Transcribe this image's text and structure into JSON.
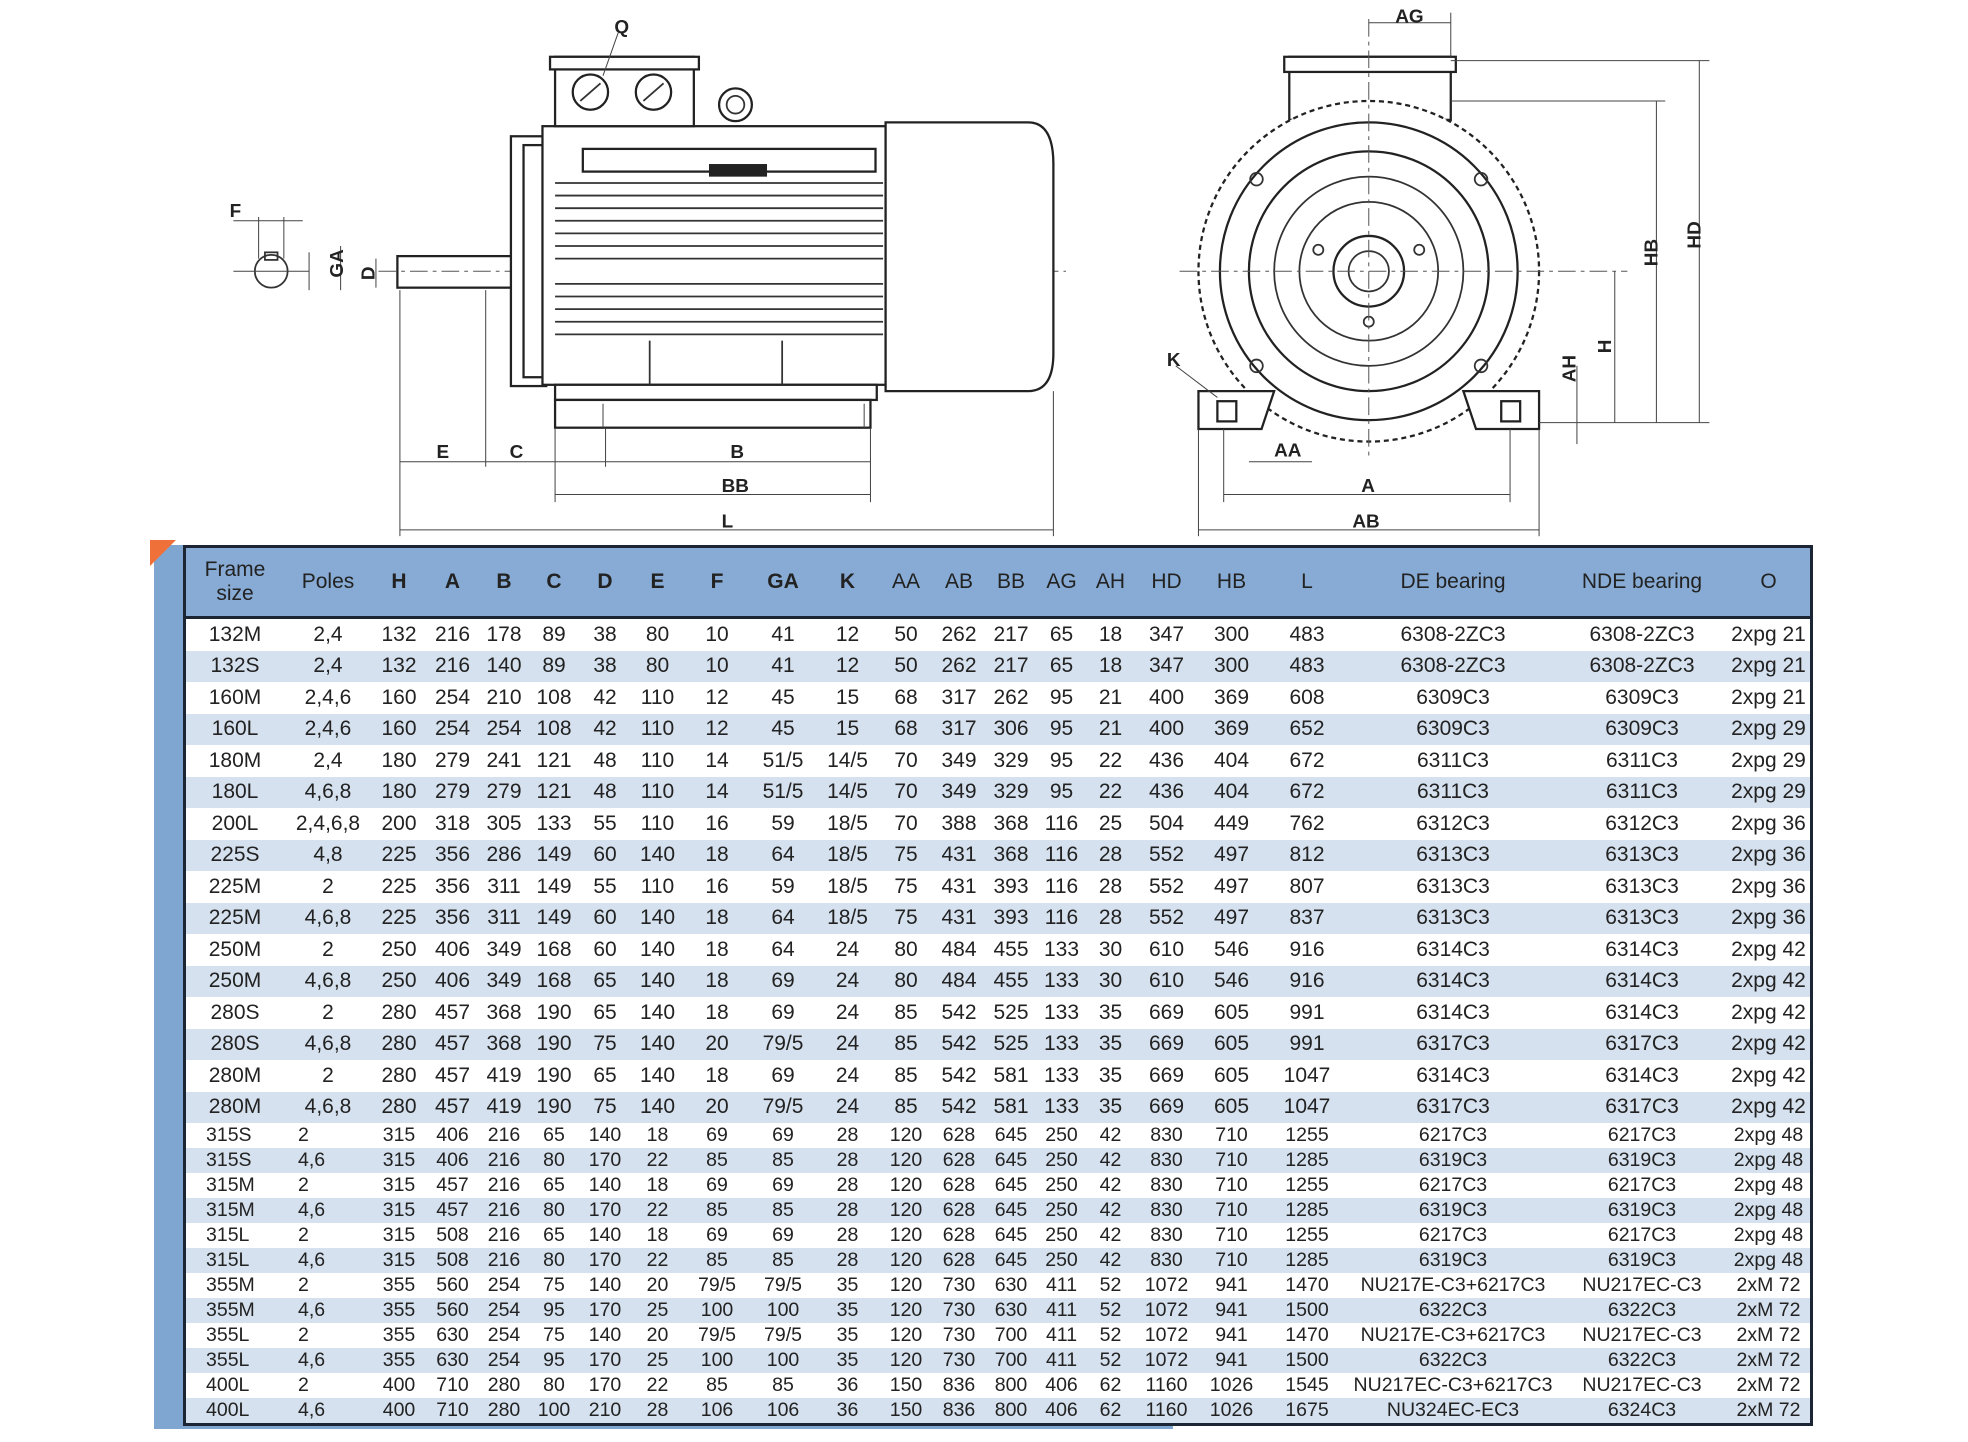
{
  "drawing": {
    "side_view_labels": {
      "Q": "Q",
      "F": "F",
      "GA": "GA",
      "D": "D",
      "E": "E",
      "C": "C",
      "B": "B",
      "BB": "BB",
      "L": "L"
    },
    "end_view_labels": {
      "AG": "AG",
      "HD": "HD",
      "HB": "HB",
      "H": "H",
      "AH": "AH",
      "K": "K",
      "AA": "AA",
      "A": "A",
      "AB": "AB"
    }
  },
  "colors": {
    "header_bg": "#87abd4",
    "row_alt": "#d5e1ee",
    "side_band": "#7fa6d1",
    "corner_accent": "#f0703a",
    "border": "#1c2533"
  },
  "table": {
    "headers": [
      "Frame size",
      "Poles",
      "H",
      "A",
      "B",
      "C",
      "D",
      "E",
      "F",
      "GA",
      "K",
      "AA",
      "AB",
      "BB",
      "AG",
      "AH",
      "HD",
      "HB",
      "L",
      "DE bearing",
      "NDE bearing",
      "O"
    ],
    "rows": [
      [
        "132M",
        "2,4",
        "132",
        "216",
        "178",
        "89",
        "38",
        "80",
        "10",
        "41",
        "12",
        "50",
        "262",
        "217",
        "65",
        "18",
        "347",
        "300",
        "483",
        "6308-2ZC3",
        "6308-2ZC3",
        "2xpg 21"
      ],
      [
        "132S",
        "2,4",
        "132",
        "216",
        "140",
        "89",
        "38",
        "80",
        "10",
        "41",
        "12",
        "50",
        "262",
        "217",
        "65",
        "18",
        "347",
        "300",
        "483",
        "6308-2ZC3",
        "6308-2ZC3",
        "2xpg 21"
      ],
      [
        "160M",
        "2,4,6",
        "160",
        "254",
        "210",
        "108",
        "42",
        "110",
        "12",
        "45",
        "15",
        "68",
        "317",
        "262",
        "95",
        "21",
        "400",
        "369",
        "608",
        "6309C3",
        "6309C3",
        "2xpg 21"
      ],
      [
        "160L",
        "2,4,6",
        "160",
        "254",
        "254",
        "108",
        "42",
        "110",
        "12",
        "45",
        "15",
        "68",
        "317",
        "306",
        "95",
        "21",
        "400",
        "369",
        "652",
        "6309C3",
        "6309C3",
        "2xpg 29"
      ],
      [
        "180M",
        "2,4",
        "180",
        "279",
        "241",
        "121",
        "48",
        "110",
        "14",
        "51/5",
        "14/5",
        "70",
        "349",
        "329",
        "95",
        "22",
        "436",
        "404",
        "672",
        "6311C3",
        "6311C3",
        "2xpg 29"
      ],
      [
        "180L",
        "4,6,8",
        "180",
        "279",
        "279",
        "121",
        "48",
        "110",
        "14",
        "51/5",
        "14/5",
        "70",
        "349",
        "329",
        "95",
        "22",
        "436",
        "404",
        "672",
        "6311C3",
        "6311C3",
        "2xpg 29"
      ],
      [
        "200L",
        "2,4,6,8",
        "200",
        "318",
        "305",
        "133",
        "55",
        "110",
        "16",
        "59",
        "18/5",
        "70",
        "388",
        "368",
        "116",
        "25",
        "504",
        "449",
        "762",
        "6312C3",
        "6312C3",
        "2xpg 36"
      ],
      [
        "225S",
        "4,8",
        "225",
        "356",
        "286",
        "149",
        "60",
        "140",
        "18",
        "64",
        "18/5",
        "75",
        "431",
        "368",
        "116",
        "28",
        "552",
        "497",
        "812",
        "6313C3",
        "6313C3",
        "2xpg 36"
      ],
      [
        "225M",
        "2",
        "225",
        "356",
        "311",
        "149",
        "55",
        "110",
        "16",
        "59",
        "18/5",
        "75",
        "431",
        "393",
        "116",
        "28",
        "552",
        "497",
        "807",
        "6313C3",
        "6313C3",
        "2xpg 36"
      ],
      [
        "225M",
        "4,6,8",
        "225",
        "356",
        "311",
        "149",
        "60",
        "140",
        "18",
        "64",
        "18/5",
        "75",
        "431",
        "393",
        "116",
        "28",
        "552",
        "497",
        "837",
        "6313C3",
        "6313C3",
        "2xpg 36"
      ],
      [
        "250M",
        "2",
        "250",
        "406",
        "349",
        "168",
        "60",
        "140",
        "18",
        "64",
        "24",
        "80",
        "484",
        "455",
        "133",
        "30",
        "610",
        "546",
        "916",
        "6314C3",
        "6314C3",
        "2xpg 42"
      ],
      [
        "250M",
        "4,6,8",
        "250",
        "406",
        "349",
        "168",
        "65",
        "140",
        "18",
        "69",
        "24",
        "80",
        "484",
        "455",
        "133",
        "30",
        "610",
        "546",
        "916",
        "6314C3",
        "6314C3",
        "2xpg 42"
      ],
      [
        "280S",
        "2",
        "280",
        "457",
        "368",
        "190",
        "65",
        "140",
        "18",
        "69",
        "24",
        "85",
        "542",
        "525",
        "133",
        "35",
        "669",
        "605",
        "991",
        "6314C3",
        "6314C3",
        "2xpg 42"
      ],
      [
        "280S",
        "4,6,8",
        "280",
        "457",
        "368",
        "190",
        "75",
        "140",
        "20",
        "79/5",
        "24",
        "85",
        "542",
        "525",
        "133",
        "35",
        "669",
        "605",
        "991",
        "6317C3",
        "6317C3",
        "2xpg 42"
      ],
      [
        "280M",
        "2",
        "280",
        "457",
        "419",
        "190",
        "65",
        "140",
        "18",
        "69",
        "24",
        "85",
        "542",
        "581",
        "133",
        "35",
        "669",
        "605",
        "1047",
        "6314C3",
        "6314C3",
        "2xpg 42"
      ],
      [
        "280M",
        "4,6,8",
        "280",
        "457",
        "419",
        "190",
        "75",
        "140",
        "20",
        "79/5",
        "24",
        "85",
        "542",
        "581",
        "133",
        "35",
        "669",
        "605",
        "1047",
        "6317C3",
        "6317C3",
        "2xpg 42"
      ],
      [
        "315S",
        "2",
        "315",
        "406",
        "216",
        "65",
        "140",
        "18",
        "69",
        "69",
        "28",
        "120",
        "628",
        "645",
        "250",
        "42",
        "830",
        "710",
        "1255",
        "6217C3",
        "6217C3",
        "2xpg 48"
      ],
      [
        "315S",
        "4,6",
        "315",
        "406",
        "216",
        "80",
        "170",
        "22",
        "85",
        "85",
        "28",
        "120",
        "628",
        "645",
        "250",
        "42",
        "830",
        "710",
        "1285",
        "6319C3",
        "6319C3",
        "2xpg 48"
      ],
      [
        "315M",
        "2",
        "315",
        "457",
        "216",
        "65",
        "140",
        "18",
        "69",
        "69",
        "28",
        "120",
        "628",
        "645",
        "250",
        "42",
        "830",
        "710",
        "1255",
        "6217C3",
        "6217C3",
        "2xpg 48"
      ],
      [
        "315M",
        "4,6",
        "315",
        "457",
        "216",
        "80",
        "170",
        "22",
        "85",
        "85",
        "28",
        "120",
        "628",
        "645",
        "250",
        "42",
        "830",
        "710",
        "1285",
        "6319C3",
        "6319C3",
        "2xpg 48"
      ],
      [
        "315L",
        "2",
        "315",
        "508",
        "216",
        "65",
        "140",
        "18",
        "69",
        "69",
        "28",
        "120",
        "628",
        "645",
        "250",
        "42",
        "830",
        "710",
        "1255",
        "6217C3",
        "6217C3",
        "2xpg 48"
      ],
      [
        "315L",
        "4,6",
        "315",
        "508",
        "216",
        "80",
        "170",
        "22",
        "85",
        "85",
        "28",
        "120",
        "628",
        "645",
        "250",
        "42",
        "830",
        "710",
        "1285",
        "6319C3",
        "6319C3",
        "2xpg 48"
      ],
      [
        "355M",
        "2",
        "355",
        "560",
        "254",
        "75",
        "140",
        "20",
        "79/5",
        "79/5",
        "35",
        "120",
        "730",
        "630",
        "411",
        "52",
        "1072",
        "941",
        "1470",
        "NU217E-C3+6217C3",
        "NU217EC-C3",
        "2xM 72"
      ],
      [
        "355M",
        "4,6",
        "355",
        "560",
        "254",
        "95",
        "170",
        "25",
        "100",
        "100",
        "35",
        "120",
        "730",
        "630",
        "411",
        "52",
        "1072",
        "941",
        "1500",
        "6322C3",
        "6322C3",
        "2xM 72"
      ],
      [
        "355L",
        "2",
        "355",
        "630",
        "254",
        "75",
        "140",
        "20",
        "79/5",
        "79/5",
        "35",
        "120",
        "730",
        "700",
        "411",
        "52",
        "1072",
        "941",
        "1470",
        "NU217E-C3+6217C3",
        "NU217EC-C3",
        "2xM 72"
      ],
      [
        "355L",
        "4,6",
        "355",
        "630",
        "254",
        "95",
        "170",
        "25",
        "100",
        "100",
        "35",
        "120",
        "730",
        "700",
        "411",
        "52",
        "1072",
        "941",
        "1500",
        "6322C3",
        "6322C3",
        "2xM 72"
      ],
      [
        "400L",
        "2",
        "400",
        "710",
        "280",
        "80",
        "170",
        "22",
        "85",
        "85",
        "36",
        "150",
        "836",
        "800",
        "406",
        "62",
        "1160",
        "1026",
        "1545",
        "NU217EC-C3+6217C3",
        "NU217EC-C3",
        "2xM 72"
      ],
      [
        "400L",
        "4,6",
        "400",
        "710",
        "280",
        "100",
        "210",
        "28",
        "106",
        "106",
        "36",
        "150",
        "836",
        "800",
        "406",
        "62",
        "1160",
        "1026",
        "1675",
        "NU324EC-EC3",
        "6324C3",
        "2xM 72"
      ]
    ]
  }
}
